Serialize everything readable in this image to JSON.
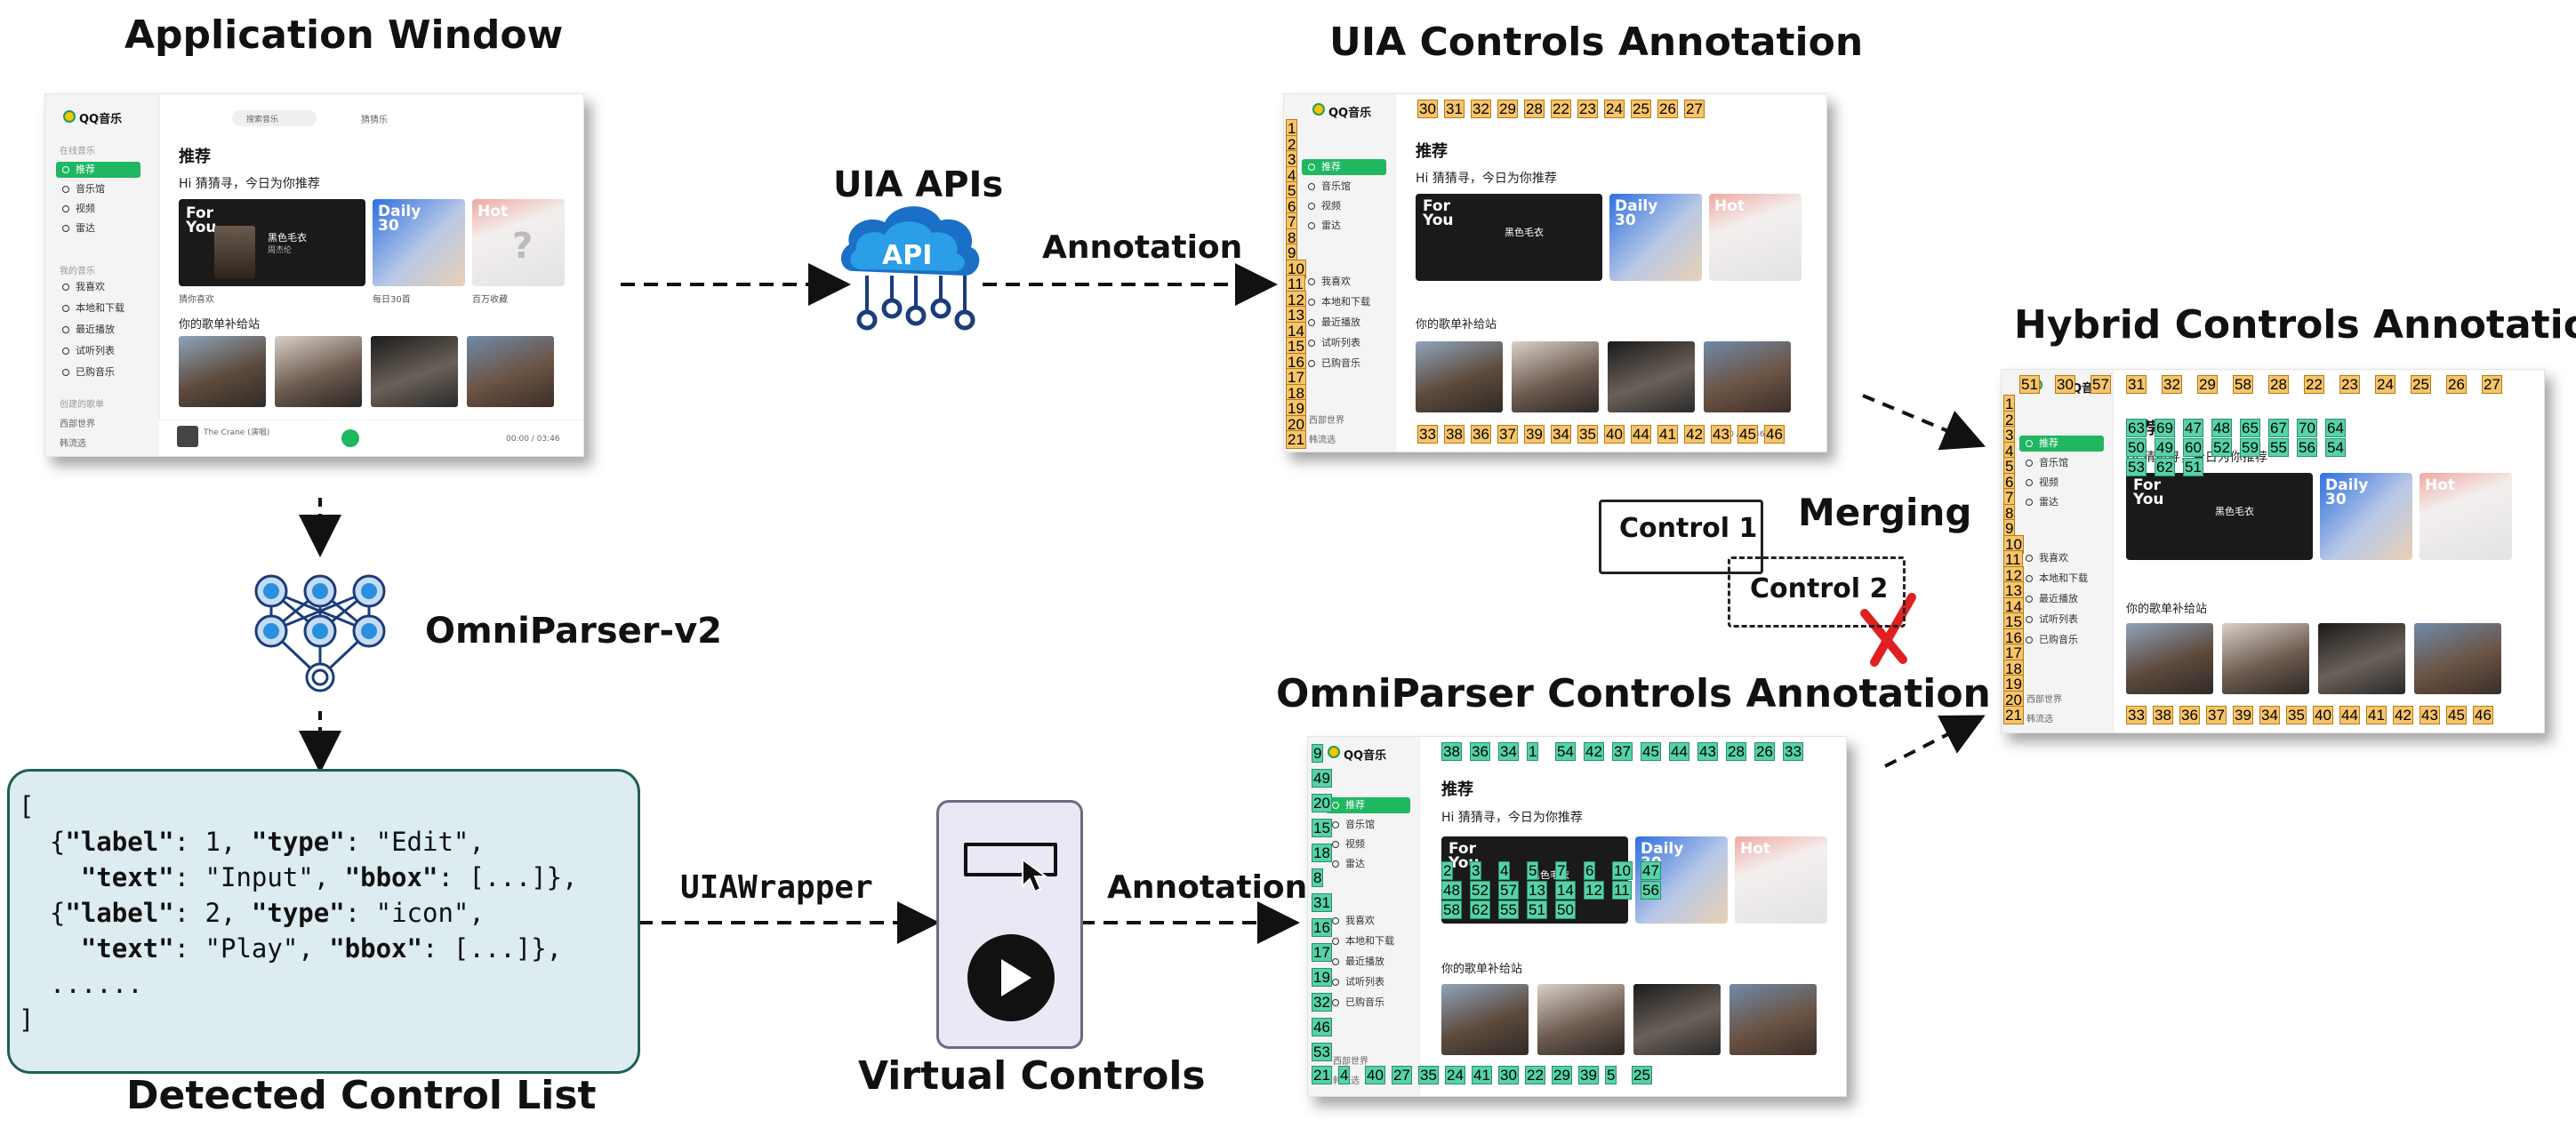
{
  "titles": {
    "app_window": "Application Window",
    "uia_annot": "UIA Controls Annotation",
    "hybrid_annot": "Hybrid Controls Annotation",
    "omni_annot": "OmniParser Controls Annotation",
    "detected": "Detected Control List",
    "virtual": "Virtual Controls"
  },
  "labels": {
    "uia_apis": "UIA APIs",
    "api": "API",
    "annotation_top": "Annotation",
    "annotation_bottom": "Annotation",
    "omniparser": "OmniParser-v2",
    "uiawrapper": "UIAWrapper",
    "merging": "Merging",
    "control1": "Control 1",
    "control2": "Control 2"
  },
  "json_list": [
    "[",
    "  {\"label\": 1, \"type\": \"Edit\",",
    "    \"text\": \"Input\", \"bbox\": [...]},",
    "  {\"label\": 2, \"type\": \"icon\",",
    "    \"text\": \"Play\", \"bbox\": [...]},",
    "  ......",
    "]"
  ],
  "app": {
    "brand": "QQ音乐",
    "search_placeholder": "搜索音乐",
    "user": "猜猜乐",
    "nav_head_online": "在线音乐",
    "nav_online": [
      "推荐",
      "音乐馆",
      "视频",
      "雷达"
    ],
    "nav_head_mine": "我的音乐",
    "nav_mine": [
      "我喜欢",
      "本地和下载",
      "最近播放",
      "试听列表",
      "已购音乐"
    ],
    "nav_head_created": "创建的歌单",
    "nav_created": [
      "西部世界",
      "韩流选"
    ],
    "heading": "推荐",
    "greeting": "Hi 猜猜寻，今日为你推荐",
    "for_you": "For You",
    "daily": "Daily 30",
    "hot": "Hot",
    "song_name": "黑色毛衣",
    "artist": "周杰伦",
    "card_captions": [
      "猜你喜欢",
      "每日30首",
      "百万收藏"
    ],
    "section2": "你的歌单补给站",
    "now_playing": "The Crane (演唱)",
    "time": "00:00 / 03:46",
    "colors": {
      "accent_green": "#1fb760",
      "tag_orange": "#f6c46a",
      "tag_green": "#55d3a6",
      "cross_red": "#e02020",
      "api_blue": "#1a6fc7"
    }
  },
  "uia_tags": {
    "left": [
      "1",
      "2",
      "3",
      "4",
      "5",
      "6",
      "7",
      "8",
      "9",
      "10",
      "11",
      "12",
      "13",
      "14",
      "15",
      "16",
      "17",
      "18",
      "19",
      "20",
      "21"
    ],
    "top": [
      "30",
      "31",
      "32",
      "29",
      "28",
      "22",
      "23",
      "24",
      "25",
      "26",
      "27"
    ],
    "bottom": [
      "33",
      "38",
      "36",
      "37",
      "39",
      "34",
      "35",
      "40",
      "44",
      "41",
      "42",
      "43",
      "45",
      "46"
    ]
  },
  "omni_tags": {
    "left": [
      "9",
      "49",
      "20",
      "15",
      "18",
      "8",
      "31",
      "16",
      "17",
      "19",
      "32",
      "46",
      "53"
    ],
    "top": [
      "38",
      "36",
      "34",
      "1",
      "54",
      "42",
      "37",
      "45",
      "44",
      "43",
      "28",
      "26",
      "33"
    ],
    "mid": [
      "2",
      "3",
      "4",
      "5",
      "7",
      "6",
      "10",
      "47",
      "48",
      "52",
      "57",
      "13",
      "14",
      "12",
      "11",
      "56",
      "58",
      "62",
      "55",
      "51",
      "50"
    ],
    "bottom": [
      "21",
      "4",
      "40",
      "27",
      "35",
      "24",
      "41",
      "30",
      "22",
      "29",
      "39",
      "5",
      "25"
    ]
  },
  "hybrid_tags": {
    "left": [
      "1",
      "2",
      "3",
      "4",
      "5",
      "6",
      "7",
      "8",
      "9",
      "10",
      "11",
      "12",
      "13",
      "14",
      "15",
      "16",
      "17",
      "18",
      "19",
      "20",
      "21"
    ],
    "top": [
      "51",
      "30",
      "57",
      "31",
      "32",
      "29",
      "58",
      "28",
      "22",
      "23",
      "24",
      "25",
      "26",
      "27"
    ],
    "mid": [
      "63",
      "69",
      "47",
      "48",
      "65",
      "67",
      "70",
      "64",
      "50",
      "49",
      "60",
      "52",
      "59",
      "55",
      "56",
      "54",
      "53",
      "62",
      "51"
    ],
    "bottom": [
      "33",
      "38",
      "36",
      "37",
      "39",
      "34",
      "35",
      "40",
      "44",
      "41",
      "42",
      "43",
      "45",
      "46"
    ]
  }
}
